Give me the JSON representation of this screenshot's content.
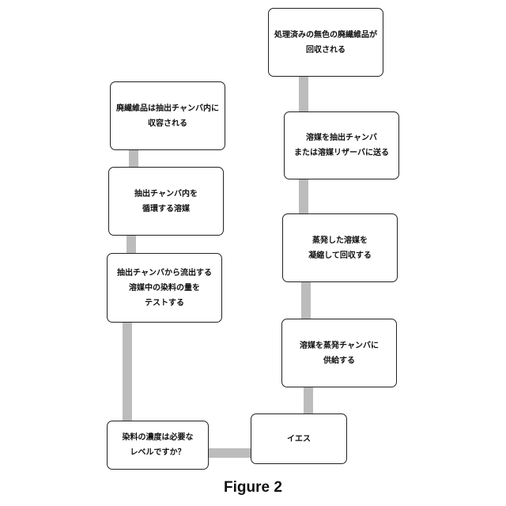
{
  "diagram": {
    "nodes": {
      "waste_recovered": "処理済みの無色の廃繊維品が\n回収される",
      "send_solvent": "溶媒を抽出チャンバ\nまたは溶媒リザーバに送る",
      "condense": "蒸発した溶媒を\n凝縮して回収する",
      "evaporate": "溶媒を蒸発チャンバに\n供給する",
      "yes": "イエス",
      "concentration_check": "染料の濃度は必要な\nレベルですか？",
      "test_dye": "抽出チャンバから流出する\n溶媒中の染料の量を\nテストする",
      "circulate": "抽出チャンバ内を\n循環する溶媒",
      "waste_in_chamber": "廃繊維品は抽出チャンバ内に\n収容される"
    },
    "caption": "Figure 2"
  }
}
